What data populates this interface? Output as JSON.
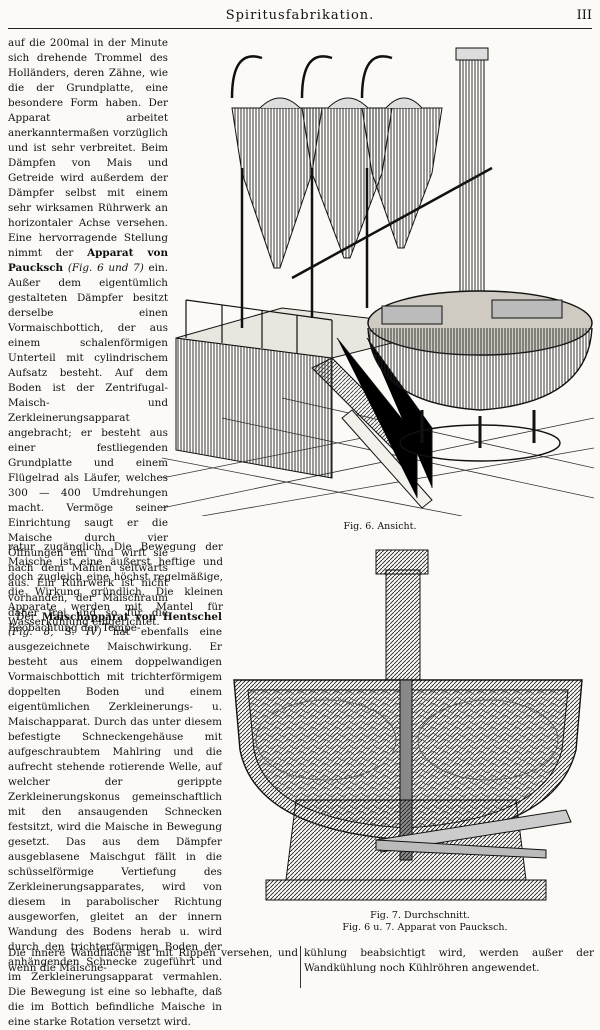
{
  "header": {
    "title": "Spiritusfabrikation.",
    "page_number": "III"
  },
  "text": {
    "top_column": [
      "auf die 200mal in der Minute sich drehende Trommel des Holländers, deren Zähne, wie die der Grundplatte, eine besondere Form haben. Der Apparat arbeitet anerkanntermaßen vorzüglich und ist sehr verbreitet. Beim Dämpfen von Mais und Getreide wird außerdem der Dämpfer selbst mit einem sehr wirksamen Rührwerk an horizontaler Achse versehen. Eine hervorragende Stellung nimmt der",
      "Apparat von Paucksch",
      "(Fig. 6 und 7)",
      "ein. Außer dem eigentümlich gestalteten Dämpfer besitzt derselbe einen Vormaischbottich, der aus einem schalenförmigen Unterteil mit cylindrischem Aufsatz besteht. Auf dem Boden ist der Zentrifugal-Maisch- und Zerkleinerungsapparat angebracht; er besteht aus einer festliegenden Grundplatte und einem Flügelrad als Läufer, welches 300 — 400 Umdrehungen macht. Vermöge seiner Einrichtung saugt er die Maische durch vier Öffnungen ein und wirft sie nach dem Mahlen seitwärts aus. Ein Rührwerk ist nicht vorhanden, der Maischraum daher frei und so für die Beobachtung der Tempe-"
    ],
    "middle": "ratur zugänglich. Die Bewegung der Maische ist eine äußerst heftige und doch zugleich eine höchst regelmäßige, die Wirkung gründlich. Die kleinen Apparate werden mit Mantel für Wasserkühlung eingerichtet.",
    "para2_lead": "Der",
    "para2_bold": "Maischapparat von Hentschel",
    "para2_ref": "(Fig. 8, S. IV)",
    "para2_rest": "hat ebenfalls eine ausgezeichnete Maischwirkung. Er besteht aus einem doppelwandigen Vormaischbottich mit trichterförmigem doppelten Boden und einem eigentümlichen Zerkleinerungs- u. Maischapparat. Durch das unter diesem befestigte Schneckengehäuse mit aufgeschraubtem Mahlring und die aufrecht stehende rotierende Welle, auf welcher der gerippte Zerkleinerungskonus gemeinschaftlich mit den ansaugenden Schnecken festsitzt, wird die Maische in Bewegung gesetzt. Das aus dem Dämpfer ausgeblasene Maischgut fällt in die schüsselförmige Vertiefung des Zerkleinerungsapparates, wird von diesem in parabolischer Richtung ausgeworfen, gleitet an der innern Wandung des Bodens herab u. wird durch den trichterförmigen Boden der anhängenden Schnecke zugeführt und im Zerkleinerungsapparat vermahlen. Die Bewegung ist eine so lebhafte, daß die im Bottich befindliche Maische in eine starke Rotation versetzt wird.",
    "bottom_left": "Die innere Wandfläche ist mit Rippen versehen, und wenn die Maische-",
    "bottom_right": "kühlung beabsichtigt wird, werden außer der Wandkühlung noch Kühlröhren angewendet."
  },
  "figures": {
    "fig6_caption": "Fig. 6.  Ansicht.",
    "fig7_caption": "Fig. 7.  Durchschnitt.",
    "fig67_caption": "Fig. 6 u. 7.  Apparat von Paucksch."
  }
}
